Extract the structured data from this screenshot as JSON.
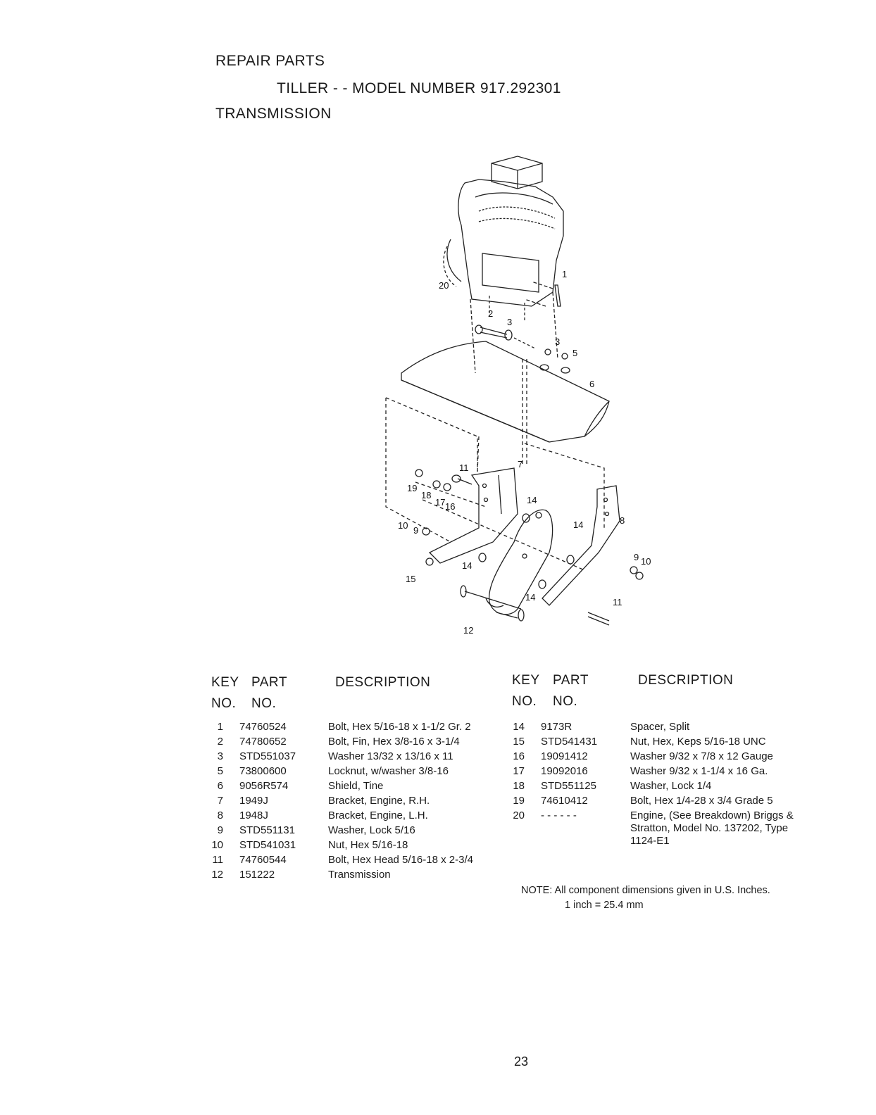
{
  "header": {
    "line1": "REPAIR PARTS",
    "line2": "TILLER - - MODEL NUMBER 917.292301",
    "line3": "TRANSMISSION"
  },
  "diagram": {
    "callouts": [
      "20",
      "1",
      "2",
      "3",
      "3",
      "5",
      "6",
      "11",
      "7",
      "19",
      "18",
      "17",
      "16",
      "14",
      "14",
      "8",
      "10",
      "9",
      "15",
      "14",
      "9",
      "10",
      "14",
      "11",
      "12"
    ]
  },
  "table": {
    "headers": {
      "key_top": "KEY",
      "part_top": "PART",
      "key_bottom": "NO.",
      "part_bottom": "NO.",
      "description": "DESCRIPTION"
    },
    "left_rows": [
      {
        "key": "1",
        "part": "74760524",
        "desc": "Bolt, Hex 5/16-18 x 1-1/2 Gr. 2"
      },
      {
        "key": "2",
        "part": "74780652",
        "desc": "Bolt, Fin, Hex 3/8-16 x 3-1/4"
      },
      {
        "key": "3",
        "part": "STD551037",
        "desc": "Washer 13/32 x 13/16 x 11"
      },
      {
        "key": "5",
        "part": "73800600",
        "desc": "Locknut, w/washer 3/8-16"
      },
      {
        "key": "6",
        "part": "9056R574",
        "desc": "Shield, Tine"
      },
      {
        "key": "7",
        "part": "1949J",
        "desc": "Bracket, Engine, R.H."
      },
      {
        "key": "8",
        "part": "1948J",
        "desc": "Bracket, Engine, L.H."
      },
      {
        "key": "9",
        "part": "STD551131",
        "desc": "Washer, Lock 5/16"
      },
      {
        "key": "10",
        "part": "STD541031",
        "desc": "Nut, Hex 5/16-18"
      },
      {
        "key": "11",
        "part": "74760544",
        "desc": "Bolt, Hex Head 5/16-18 x 2-3/4"
      },
      {
        "key": "12",
        "part": "151222",
        "desc": "Transmission"
      }
    ],
    "right_rows": [
      {
        "key": "14",
        "part": "9173R",
        "desc": "Spacer, Split"
      },
      {
        "key": "15",
        "part": "STD541431",
        "desc": "Nut, Hex, Keps 5/16-18 UNC"
      },
      {
        "key": "16",
        "part": "19091412",
        "desc": "Washer 9/32 x 7/8 x 12 Gauge"
      },
      {
        "key": "17",
        "part": "19092016",
        "desc": "Washer 9/32 x 1-1/4 x 16 Ga."
      },
      {
        "key": "18",
        "part": "STD551125",
        "desc": "Washer, Lock 1/4"
      },
      {
        "key": "19",
        "part": "74610412",
        "desc": "Bolt, Hex 1/4-28 x 3/4 Grade 5"
      },
      {
        "key": "20",
        "part": "- - - - - -",
        "desc": "Engine, (See Breakdown) Briggs &"
      },
      {
        "key": "",
        "part": "",
        "desc": "Stratton, Model No. 137202, Type"
      },
      {
        "key": "",
        "part": "",
        "desc": "1124-E1"
      }
    ]
  },
  "note": {
    "line1": "NOTE: All component dimensions given in U.S. Inches.",
    "line2": "1 inch = 25.4 mm"
  },
  "page_number": "23"
}
